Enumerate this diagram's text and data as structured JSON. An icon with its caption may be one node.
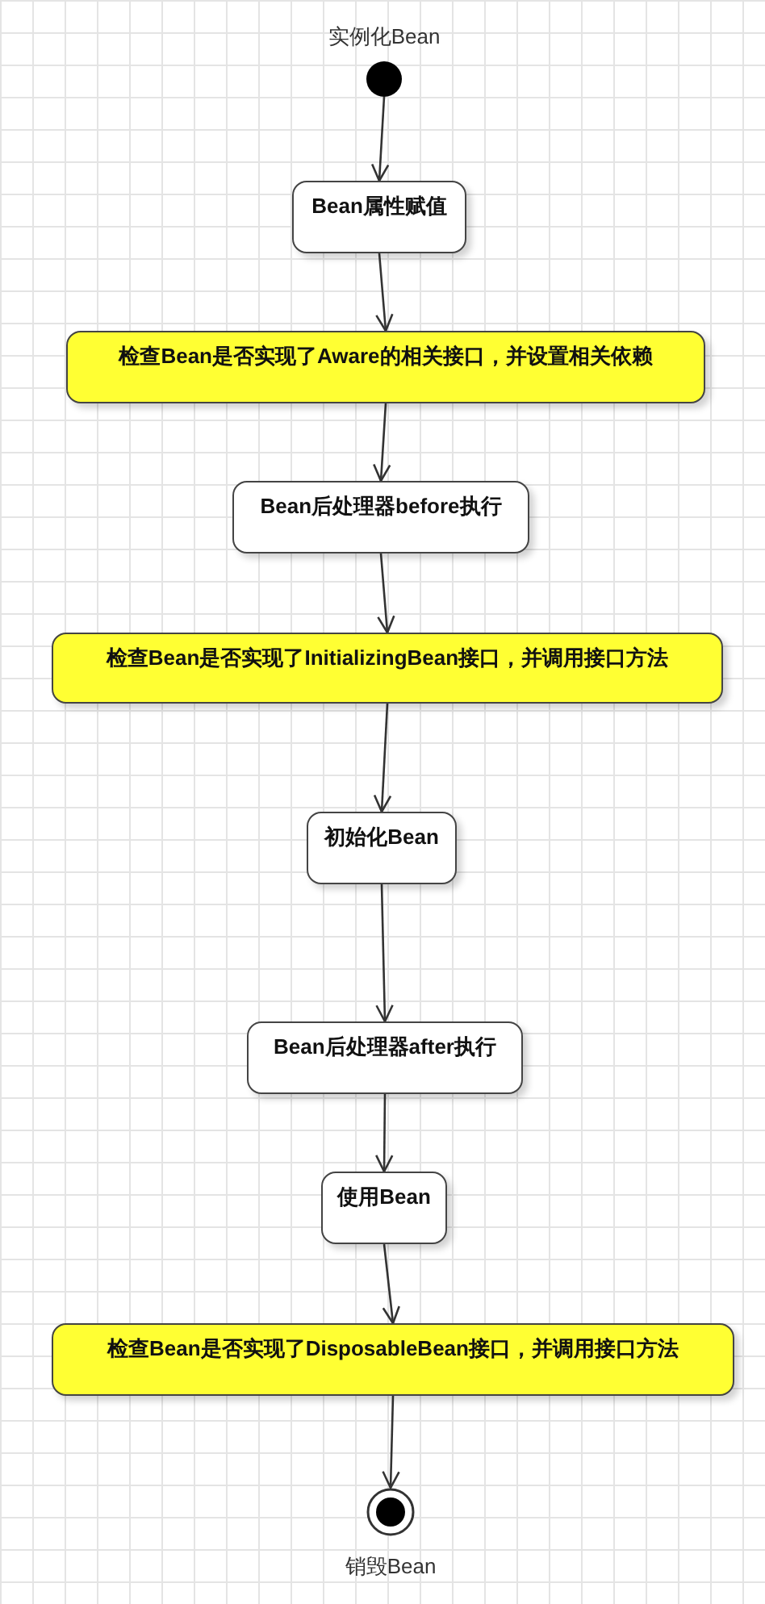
{
  "diagram": {
    "nodes": [
      {
        "text": [
          "实例化Bean"
        ]
      },
      {
        "text": [
          "Bean属性赋值"
        ]
      },
      {
        "text": [
          "检查Bean是否实现了Aware的相关接口，并设置相关依赖"
        ]
      },
      {
        "text": [
          "Bean后处理器before执行"
        ]
      },
      {
        "text": [
          "检查Bean是否实现了InitializingBean接口，并调用接口方法"
        ]
      },
      {
        "text": [
          "初始化Bean"
        ]
      },
      {
        "text": [
          "Bean后处理器after执行"
        ]
      },
      {
        "text": [
          "使用Bean"
        ]
      },
      {
        "text": [
          "检查Bean是否实现了DisposableBean接口，并调用接口方法"
        ]
      },
      {
        "text": [
          "销毁Bean"
        ]
      }
    ],
    "edges": [
      {
        "from": 0,
        "to": 1,
        "arrow": "to"
      },
      {
        "from": 1,
        "to": 2,
        "arrow": "to"
      },
      {
        "from": 2,
        "to": 3,
        "arrow": "to"
      },
      {
        "from": 3,
        "to": 4,
        "arrow": "to"
      },
      {
        "from": 4,
        "to": 5,
        "arrow": "to"
      },
      {
        "from": 5,
        "to": 6,
        "arrow": "to"
      },
      {
        "from": 6,
        "to": 7,
        "arrow": "to"
      },
      {
        "from": 7,
        "to": 8,
        "arrow": "to"
      },
      {
        "from": 8,
        "to": 9,
        "arrow": "to"
      }
    ]
  }
}
